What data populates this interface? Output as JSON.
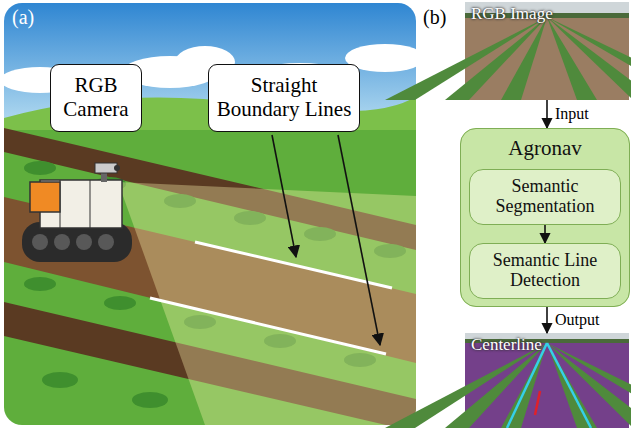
{
  "diagram": {
    "nodes": [
      {
        "text": [
          "RGB Camera"
        ]
      },
      {
        "text": [
          "Straight Boundary Lines"
        ]
      },
      {
        "text": [
          "RGB Image"
        ]
      },
      {
        "text": [
          "Agronav"
        ]
      },
      {
        "text": [
          "Semantic Segmentation"
        ],
        "in": 3
      },
      {
        "text": [
          "Semantic Line Detection"
        ],
        "in": 3
      },
      {
        "text": [
          "Centerline"
        ]
      }
    ],
    "edges": [
      {
        "from": 2,
        "to": 3,
        "arrow": "to",
        "label": "Input"
      },
      {
        "from": 4,
        "to": 5,
        "arrow": "to"
      },
      {
        "from": 3,
        "to": 6,
        "arrow": "to",
        "label": "Output"
      }
    ],
    "labels": [
      "(a)",
      "(b)"
    ]
  }
}
